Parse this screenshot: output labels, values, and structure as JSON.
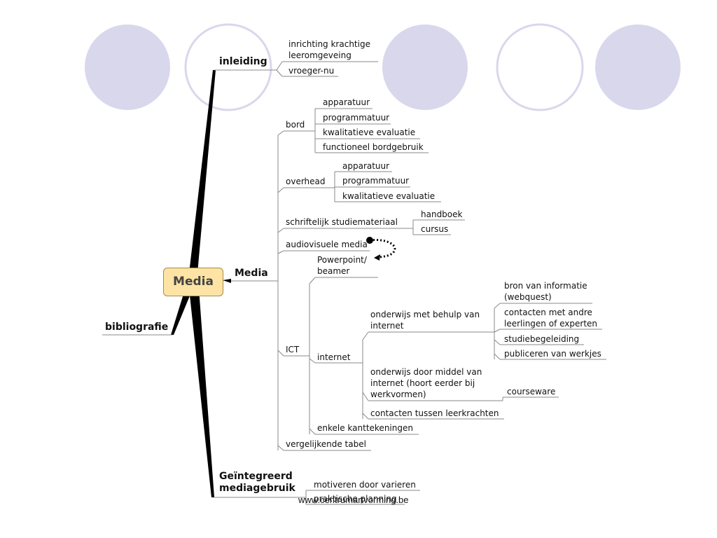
{
  "colors": {
    "circle_fill": "#d9d7ec",
    "circle_stroke": "#d9d7ec",
    "root_fill": "#fde4a4",
    "line": "#888888"
  },
  "root": "Media",
  "inleiding": {
    "label": "inleiding",
    "child1": "inrichting krachtige\nleeromgeveing",
    "child2": "vroeger-nu"
  },
  "media": {
    "label": "Media",
    "bord": {
      "label": "bord",
      "children": [
        "apparatuur",
        "programmatuur",
        "kwalitatieve evaluatie",
        "functioneel bordgebruik"
      ]
    },
    "overhead": {
      "label": "overhead",
      "children": [
        "apparatuur",
        "programmatuur",
        "kwalitatieve evaluatie"
      ]
    },
    "schriftelijk": {
      "label": "schriftelijk studiemateriaal",
      "children": [
        "handboek",
        "cursus"
      ]
    },
    "audiovisuele": "audiovisuele media",
    "ict": {
      "label": "ICT",
      "powerpoint": "Powerpoint/\nbeamer",
      "internet": {
        "label": "internet",
        "behulp": {
          "label": "onderwijs met behulp van\ninternet",
          "children": [
            "bron van informatie\n(webquest)",
            "contacten met andre\nleerlingen of experten",
            "studiebegeleiding",
            "publiceren van werkjes"
          ]
        },
        "door_middel": {
          "label": "onderwijs door middel van\ninternet (hoort eerder bij\nwerkvormen)",
          "child": "courseware"
        },
        "contacten": "contacten tussen leerkrachten"
      },
      "kanttekeningen": "enkele kanttekeningen"
    },
    "tabel": "vergelijkende tabel"
  },
  "bibliografie": "bibliografie",
  "geintegreerd": {
    "label": "Geïntegreerd\nmediagebruik",
    "children": [
      "motiveren door varieren",
      "praktische planning"
    ]
  },
  "footer": "www.centrumartvorming.be"
}
